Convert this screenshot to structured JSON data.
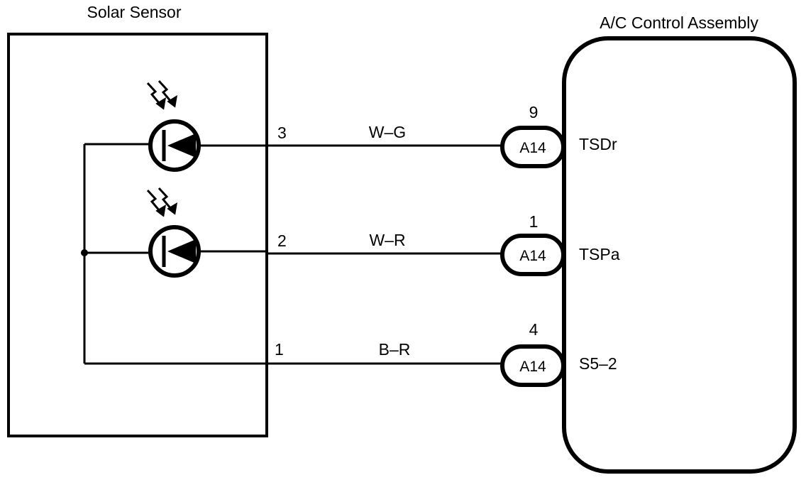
{
  "solar_sensor": {
    "title": "Solar Sensor",
    "pins": [
      {
        "number": "3",
        "wire": "W–G"
      },
      {
        "number": "2",
        "wire": "W–R"
      },
      {
        "number": "1",
        "wire": "B–R"
      }
    ]
  },
  "ac_control": {
    "title": "A/C Control Assembly",
    "terminals": [
      {
        "pin": "9",
        "connector": "A14",
        "signal": "TSDr"
      },
      {
        "pin": "1",
        "connector": "A14",
        "signal": "TSPa"
      },
      {
        "pin": "4",
        "connector": "A14",
        "signal": "S5–2"
      }
    ]
  },
  "colors": {
    "line": "#000000",
    "background": "#ffffff"
  }
}
